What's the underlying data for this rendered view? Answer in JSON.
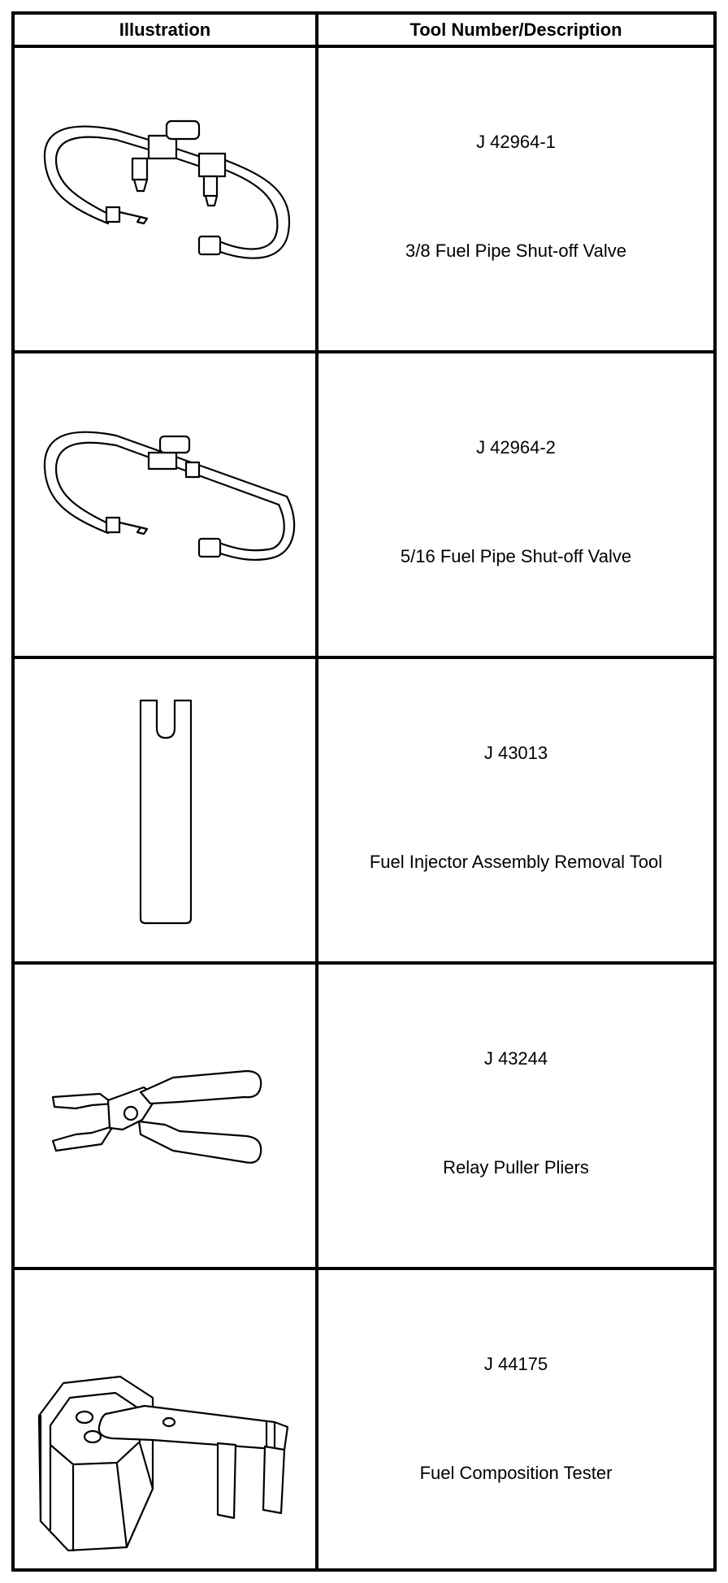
{
  "table": {
    "headers": {
      "illustration": "Illustration",
      "tool": "Tool Number/Description"
    },
    "rows": [
      {
        "number": "J 42964-1",
        "description": "3/8 Fuel Pipe Shut-off Valve",
        "icon": "fuel-pipe-shutoff-valve-icon"
      },
      {
        "number": "J 42964-2",
        "description": "5/16 Fuel Pipe Shut-off Valve",
        "icon": "fuel-pipe-shutoff-valve-icon"
      },
      {
        "number": "J 43013",
        "description": "Fuel Injector Assembly Removal Tool",
        "icon": "injector-removal-tool-icon"
      },
      {
        "number": "J 43244",
        "description": "Relay Puller Pliers",
        "icon": "relay-puller-pliers-icon"
      },
      {
        "number": "J 44175",
        "description": "Fuel Composition Tester",
        "icon": "fuel-composition-tester-icon"
      }
    ]
  }
}
